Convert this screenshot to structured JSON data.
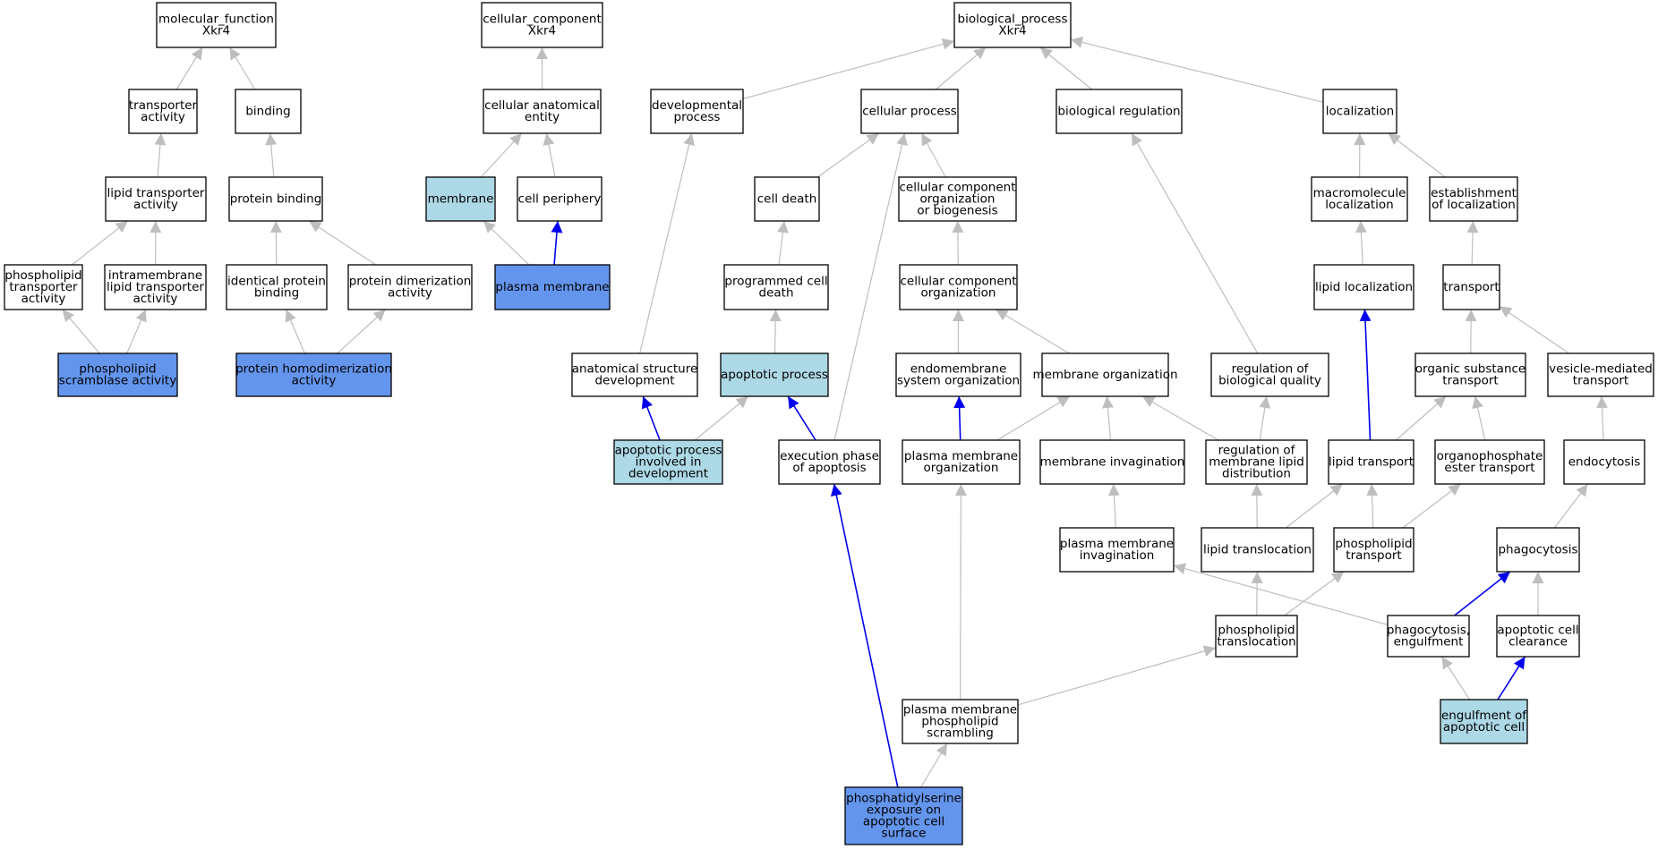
{
  "colors": {
    "default_fill": "#ffffff",
    "light_fill": "#add8e6",
    "dark_fill": "#6495ed",
    "gray_edge": "#bebebe",
    "blue_edge": "#0000ee"
  },
  "nodes": [
    {
      "id": "mf",
      "lines": [
        "molecular_function",
        "Xkr4"
      ],
      "fill": "default"
    },
    {
      "id": "cc",
      "lines": [
        "cellular_component",
        "Xkr4"
      ],
      "fill": "default"
    },
    {
      "id": "bp",
      "lines": [
        "biological_process",
        "Xkr4"
      ],
      "fill": "default"
    },
    {
      "id": "transporter_activity",
      "lines": [
        "transporter",
        "activity"
      ],
      "fill": "default"
    },
    {
      "id": "binding",
      "lines": [
        "binding"
      ],
      "fill": "default"
    },
    {
      "id": "cellular_anatomical_entity",
      "lines": [
        "cellular anatomical",
        "entity"
      ],
      "fill": "default"
    },
    {
      "id": "developmental_process",
      "lines": [
        "developmental",
        "process"
      ],
      "fill": "default"
    },
    {
      "id": "cellular_process",
      "lines": [
        "cellular process"
      ],
      "fill": "default"
    },
    {
      "id": "biological_regulation",
      "lines": [
        "biological regulation"
      ],
      "fill": "default"
    },
    {
      "id": "localization",
      "lines": [
        "localization"
      ],
      "fill": "default"
    },
    {
      "id": "lipid_transporter_activity",
      "lines": [
        "lipid transporter",
        "activity"
      ],
      "fill": "default"
    },
    {
      "id": "protein_binding",
      "lines": [
        "protein binding"
      ],
      "fill": "default"
    },
    {
      "id": "membrane",
      "lines": [
        "membrane"
      ],
      "fill": "light"
    },
    {
      "id": "cell_periphery",
      "lines": [
        "cell periphery"
      ],
      "fill": "default"
    },
    {
      "id": "cell_death",
      "lines": [
        "cell death"
      ],
      "fill": "default"
    },
    {
      "id": "cc_org_biogenesis",
      "lines": [
        "cellular component",
        "organization",
        "or biogenesis"
      ],
      "fill": "default"
    },
    {
      "id": "macromolecule_localization",
      "lines": [
        "macromolecule",
        "localization"
      ],
      "fill": "default"
    },
    {
      "id": "establishment_of_localization",
      "lines": [
        "establishment",
        "of localization"
      ],
      "fill": "default"
    },
    {
      "id": "phospholipid_transporter_activity",
      "lines": [
        "phospholipid",
        "transporter",
        "activity"
      ],
      "fill": "default"
    },
    {
      "id": "intramembrane_lipid_transporter_activity",
      "lines": [
        "intramembrane",
        "lipid transporter",
        "activity"
      ],
      "fill": "default"
    },
    {
      "id": "identical_protein_binding",
      "lines": [
        "identical protein",
        "binding"
      ],
      "fill": "default"
    },
    {
      "id": "protein_dimerization_activity",
      "lines": [
        "protein dimerization",
        "activity"
      ],
      "fill": "default"
    },
    {
      "id": "plasma_membrane",
      "lines": [
        "plasma membrane"
      ],
      "fill": "dark"
    },
    {
      "id": "programmed_cell_death",
      "lines": [
        "programmed cell",
        "death"
      ],
      "fill": "default"
    },
    {
      "id": "cc_organization",
      "lines": [
        "cellular component",
        "organization"
      ],
      "fill": "default"
    },
    {
      "id": "lipid_localization",
      "lines": [
        "lipid localization"
      ],
      "fill": "default"
    },
    {
      "id": "transport",
      "lines": [
        "transport"
      ],
      "fill": "default"
    },
    {
      "id": "phospholipid_scramblase_activity",
      "lines": [
        "phospholipid",
        "scramblase activity"
      ],
      "fill": "dark"
    },
    {
      "id": "protein_homodimerization_activity",
      "lines": [
        "protein homodimerization",
        "activity"
      ],
      "fill": "dark"
    },
    {
      "id": "anatomical_structure_development",
      "lines": [
        "anatomical structure",
        "development"
      ],
      "fill": "default"
    },
    {
      "id": "apoptotic_process",
      "lines": [
        "apoptotic process"
      ],
      "fill": "light"
    },
    {
      "id": "endomembrane_system_organization",
      "lines": [
        "endomembrane",
        "system organization"
      ],
      "fill": "default"
    },
    {
      "id": "membrane_organization",
      "lines": [
        "membrane organization"
      ],
      "fill": "default"
    },
    {
      "id": "regulation_of_biological_quality",
      "lines": [
        "regulation of",
        "biological quality"
      ],
      "fill": "default"
    },
    {
      "id": "organic_substance_transport",
      "lines": [
        "organic substance",
        "transport"
      ],
      "fill": "default"
    },
    {
      "id": "vesicle_mediated_transport",
      "lines": [
        "vesicle-mediated",
        "transport"
      ],
      "fill": "default"
    },
    {
      "id": "apoptotic_process_involved_in_development",
      "lines": [
        "apoptotic process",
        "involved in",
        "development"
      ],
      "fill": "light"
    },
    {
      "id": "execution_phase_of_apoptosis",
      "lines": [
        "execution phase",
        "of apoptosis"
      ],
      "fill": "default"
    },
    {
      "id": "plasma_membrane_organization",
      "lines": [
        "plasma membrane",
        "organization"
      ],
      "fill": "default"
    },
    {
      "id": "membrane_invagination",
      "lines": [
        "membrane invagination"
      ],
      "fill": "default"
    },
    {
      "id": "regulation_of_membrane_lipid_distribution",
      "lines": [
        "regulation of",
        "membrane lipid",
        "distribution"
      ],
      "fill": "default"
    },
    {
      "id": "lipid_transport",
      "lines": [
        "lipid transport"
      ],
      "fill": "default"
    },
    {
      "id": "organophosphate_ester_transport",
      "lines": [
        "organophosphate",
        "ester transport"
      ],
      "fill": "default"
    },
    {
      "id": "endocytosis",
      "lines": [
        "endocytosis"
      ],
      "fill": "default"
    },
    {
      "id": "plasma_membrane_invagination",
      "lines": [
        "plasma membrane",
        "invagination"
      ],
      "fill": "default"
    },
    {
      "id": "lipid_translocation",
      "lines": [
        "lipid translocation"
      ],
      "fill": "default"
    },
    {
      "id": "phospholipid_transport",
      "lines": [
        "phospholipid",
        "transport"
      ],
      "fill": "default"
    },
    {
      "id": "phagocytosis",
      "lines": [
        "phagocytosis"
      ],
      "fill": "default"
    },
    {
      "id": "phospholipid_translocation",
      "lines": [
        "phospholipid",
        "translocation"
      ],
      "fill": "default"
    },
    {
      "id": "phagocytosis_engulfment",
      "lines": [
        "phagocytosis,",
        "engulfment"
      ],
      "fill": "default"
    },
    {
      "id": "apoptotic_cell_clearance",
      "lines": [
        "apoptotic cell",
        "clearance"
      ],
      "fill": "default"
    },
    {
      "id": "pm_phospholipid_scrambling",
      "lines": [
        "plasma membrane",
        "phospholipid",
        "scrambling"
      ],
      "fill": "default"
    },
    {
      "id": "engulfment_of_apoptotic_cell",
      "lines": [
        "engulfment of",
        "apoptotic cell"
      ],
      "fill": "light"
    },
    {
      "id": "ps_exposure",
      "lines": [
        "phosphatidylserine",
        "exposure on",
        "apoptotic cell",
        "surface"
      ],
      "fill": "dark"
    }
  ],
  "edges": [
    {
      "from": "transporter_activity",
      "to": "mf",
      "color": "gray"
    },
    {
      "from": "binding",
      "to": "mf",
      "color": "gray"
    },
    {
      "from": "lipid_transporter_activity",
      "to": "transporter_activity",
      "color": "gray"
    },
    {
      "from": "protein_binding",
      "to": "binding",
      "color": "gray"
    },
    {
      "from": "phospholipid_transporter_activity",
      "to": "lipid_transporter_activity",
      "color": "gray"
    },
    {
      "from": "intramembrane_lipid_transporter_activity",
      "to": "lipid_transporter_activity",
      "color": "gray"
    },
    {
      "from": "phospholipid_scramblase_activity",
      "to": "phospholipid_transporter_activity",
      "color": "gray"
    },
    {
      "from": "phospholipid_scramblase_activity",
      "to": "intramembrane_lipid_transporter_activity",
      "color": "gray"
    },
    {
      "from": "identical_protein_binding",
      "to": "protein_binding",
      "color": "gray"
    },
    {
      "from": "protein_dimerization_activity",
      "to": "protein_binding",
      "color": "gray"
    },
    {
      "from": "protein_homodimerization_activity",
      "to": "identical_protein_binding",
      "color": "gray"
    },
    {
      "from": "protein_homodimerization_activity",
      "to": "protein_dimerization_activity",
      "color": "gray"
    },
    {
      "from": "cellular_anatomical_entity",
      "to": "cc",
      "color": "gray"
    },
    {
      "from": "membrane",
      "to": "cellular_anatomical_entity",
      "color": "gray"
    },
    {
      "from": "cell_periphery",
      "to": "cellular_anatomical_entity",
      "color": "gray"
    },
    {
      "from": "plasma_membrane",
      "to": "membrane",
      "color": "gray"
    },
    {
      "from": "plasma_membrane",
      "to": "cell_periphery",
      "color": "blue"
    },
    {
      "from": "developmental_process",
      "to": "bp",
      "color": "gray"
    },
    {
      "from": "cellular_process",
      "to": "bp",
      "color": "gray"
    },
    {
      "from": "biological_regulation",
      "to": "bp",
      "color": "gray"
    },
    {
      "from": "localization",
      "to": "bp",
      "color": "gray"
    },
    {
      "from": "cell_death",
      "to": "cellular_process",
      "color": "gray"
    },
    {
      "from": "cc_org_biogenesis",
      "to": "cellular_process",
      "color": "gray"
    },
    {
      "from": "execution_phase_of_apoptosis",
      "to": "cellular_process",
      "color": "gray"
    },
    {
      "from": "programmed_cell_death",
      "to": "cell_death",
      "color": "gray"
    },
    {
      "from": "apoptotic_process",
      "to": "programmed_cell_death",
      "color": "gray"
    },
    {
      "from": "anatomical_structure_development",
      "to": "developmental_process",
      "color": "gray"
    },
    {
      "from": "apoptotic_process_involved_in_development",
      "to": "anatomical_structure_development",
      "color": "blue"
    },
    {
      "from": "apoptotic_process_involved_in_development",
      "to": "apoptotic_process",
      "color": "gray"
    },
    {
      "from": "execution_phase_of_apoptosis",
      "to": "apoptotic_process",
      "color": "blue"
    },
    {
      "from": "cc_organization",
      "to": "cc_org_biogenesis",
      "color": "gray"
    },
    {
      "from": "endomembrane_system_organization",
      "to": "cc_organization",
      "color": "gray"
    },
    {
      "from": "membrane_organization",
      "to": "cc_organization",
      "color": "gray"
    },
    {
      "from": "plasma_membrane_organization",
      "to": "endomembrane_system_organization",
      "color": "blue"
    },
    {
      "from": "plasma_membrane_organization",
      "to": "membrane_organization",
      "color": "gray"
    },
    {
      "from": "membrane_invagination",
      "to": "membrane_organization",
      "color": "gray"
    },
    {
      "from": "regulation_of_membrane_lipid_distribution",
      "to": "membrane_organization",
      "color": "gray"
    },
    {
      "from": "regulation_of_biological_quality",
      "to": "biological_regulation",
      "color": "gray"
    },
    {
      "from": "regulation_of_membrane_lipid_distribution",
      "to": "regulation_of_biological_quality",
      "color": "gray"
    },
    {
      "from": "macromolecule_localization",
      "to": "localization",
      "color": "gray"
    },
    {
      "from": "establishment_of_localization",
      "to": "localization",
      "color": "gray"
    },
    {
      "from": "lipid_localization",
      "to": "macromolecule_localization",
      "color": "gray"
    },
    {
      "from": "transport",
      "to": "establishment_of_localization",
      "color": "gray"
    },
    {
      "from": "lipid_transport",
      "to": "lipid_localization",
      "color": "blue"
    },
    {
      "from": "organic_substance_transport",
      "to": "transport",
      "color": "gray"
    },
    {
      "from": "vesicle_mediated_transport",
      "to": "transport",
      "color": "gray"
    },
    {
      "from": "lipid_transport",
      "to": "organic_substance_transport",
      "color": "gray"
    },
    {
      "from": "organophosphate_ester_transport",
      "to": "organic_substance_transport",
      "color": "gray"
    },
    {
      "from": "endocytosis",
      "to": "vesicle_mediated_transport",
      "color": "gray"
    },
    {
      "from": "plasma_membrane_invagination",
      "to": "membrane_invagination",
      "color": "gray"
    },
    {
      "from": "lipid_translocation",
      "to": "regulation_of_membrane_lipid_distribution",
      "color": "gray"
    },
    {
      "from": "lipid_translocation",
      "to": "lipid_transport",
      "color": "gray"
    },
    {
      "from": "phospholipid_transport",
      "to": "lipid_transport",
      "color": "gray"
    },
    {
      "from": "phospholipid_transport",
      "to": "organophosphate_ester_transport",
      "color": "gray"
    },
    {
      "from": "phagocytosis",
      "to": "endocytosis",
      "color": "gray"
    },
    {
      "from": "phospholipid_translocation",
      "to": "lipid_translocation",
      "color": "gray"
    },
    {
      "from": "phospholipid_translocation",
      "to": "phospholipid_transport",
      "color": "gray"
    },
    {
      "from": "phagocytosis_engulfment",
      "to": "plasma_membrane_invagination",
      "color": "gray"
    },
    {
      "from": "phagocytosis_engulfment",
      "to": "phagocytosis",
      "color": "blue"
    },
    {
      "from": "apoptotic_cell_clearance",
      "to": "phagocytosis",
      "color": "gray"
    },
    {
      "from": "pm_phospholipid_scrambling",
      "to": "plasma_membrane_organization",
      "color": "gray"
    },
    {
      "from": "pm_phospholipid_scrambling",
      "to": "phospholipid_translocation",
      "color": "gray"
    },
    {
      "from": "engulfment_of_apoptotic_cell",
      "to": "phagocytosis_engulfment",
      "color": "gray"
    },
    {
      "from": "engulfment_of_apoptotic_cell",
      "to": "apoptotic_cell_clearance",
      "color": "blue"
    },
    {
      "from": "ps_exposure",
      "to": "execution_phase_of_apoptosis",
      "color": "blue"
    },
    {
      "from": "ps_exposure",
      "to": "pm_phospholipid_scrambling",
      "color": "gray"
    }
  ]
}
